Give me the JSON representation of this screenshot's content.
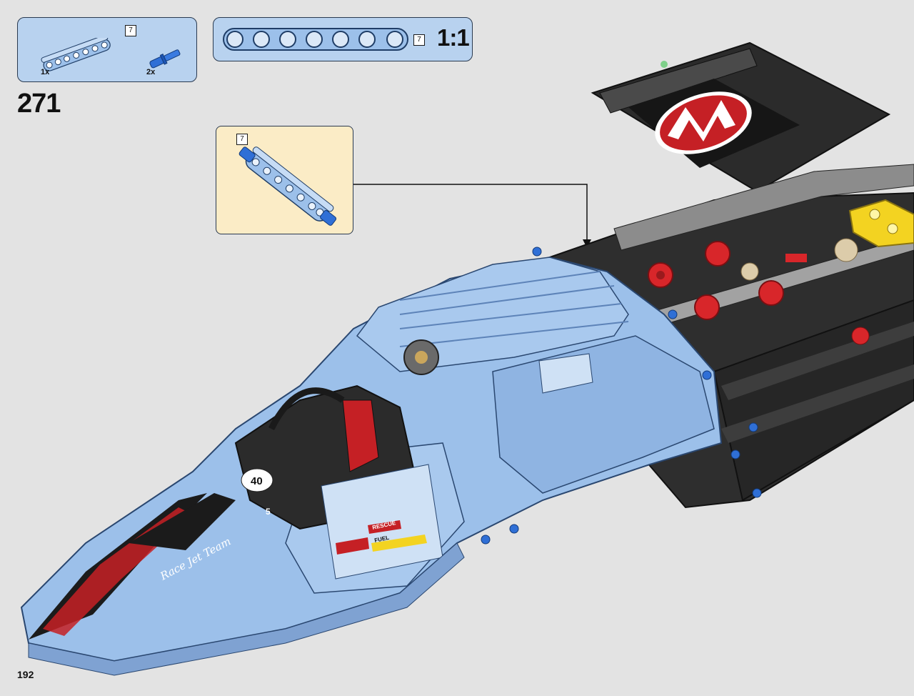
{
  "parts_list": {
    "items": [
      {
        "length_label": "7",
        "quantity": "1x",
        "icon": "liftarm-7-light-blue"
      },
      {
        "quantity": "2x",
        "icon": "axle-pin-blue"
      }
    ]
  },
  "ruler": {
    "length_label": "7",
    "scale_label": "1:1"
  },
  "step": {
    "number": "271"
  },
  "submodel": {
    "length_label": "7",
    "icon": "liftarm-with-pins"
  },
  "decals": {
    "race_number": "40",
    "script_text": "Race Jet Team",
    "rescue_label": "RESCUE",
    "fuel_label": "FUEL",
    "side_number": "5"
  },
  "page": {
    "number": "192"
  },
  "colors": {
    "panel_blue": "#b8d2ef",
    "panel_cream": "#fbecc6",
    "model_light_blue": "#9cc0ea",
    "model_dark": "#2a2a2a",
    "accent_red": "#d8262a",
    "accent_yellow": "#f3d321"
  }
}
